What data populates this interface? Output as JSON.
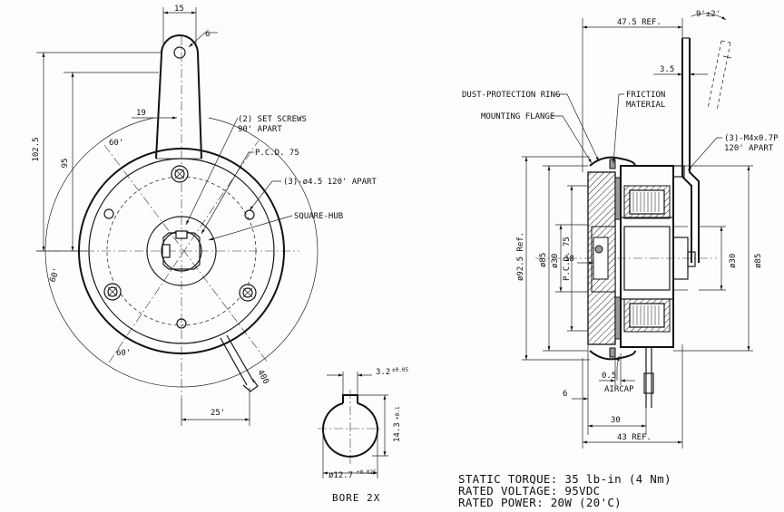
{
  "labels": {
    "set_screws_1": "(2) SET SCREWS",
    "set_screws_2": "90' APART",
    "pcd": "P.C.D. 75",
    "holes": "(3)-ø4.5 120' APART",
    "square_hub": "SQUARE-HUB",
    "dust_ring": "DUST-PROTECTION RING",
    "mounting_flange": "MOUNTING FLANGE",
    "friction_1": "FRICTION",
    "friction_2": "MATERIAL",
    "thread_1": "(3)-M4x0.7P",
    "thread_2": "120' APART",
    "aircap": "AIRCAP",
    "bore_title": "BORE 2X"
  },
  "dims": {
    "d15": "15",
    "d6": "6",
    "d19": "19",
    "d102": "102.5",
    "d95": "95",
    "a60a": "60'",
    "a60b": "60'",
    "a60c": "60'",
    "a25": "25'",
    "d400": "400",
    "d475": "47.5 REF.",
    "ang9": "9'±2'",
    "d35": "3.5",
    "d925": "ø92.5 Ref.",
    "d85l": "ø85",
    "pcdv": "P.C.D. 75",
    "d30l": "ø30",
    "d18": "18",
    "d30r": "ø30",
    "d85r": "ø85",
    "d05": "0.5",
    "d6b": "6",
    "d30h": "30",
    "d43": "43 REF.",
    "keyw": "3.2",
    "keyw_tol": "±0.05",
    "keyh": "14.3",
    "keyh_tol": "+0.1",
    "bored": "ø12.7",
    "bored_tol": "+0.025"
  },
  "notes": {
    "torque": "STATIC TORQUE: 35 lb-in (4 Nm)",
    "voltage": "RATED VOLTAGE: 95VDC",
    "power": "RATED POWER: 20W (20'C)"
  }
}
